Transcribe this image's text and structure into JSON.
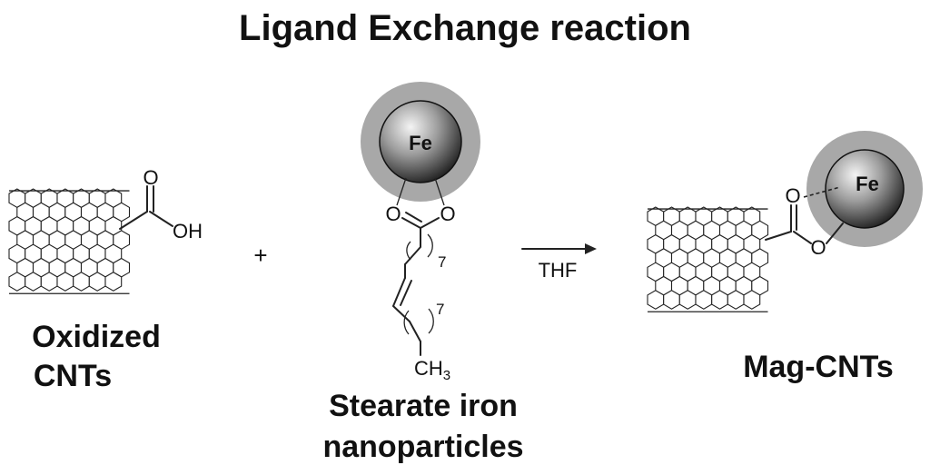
{
  "title": "Ligand Exchange reaction",
  "reactant1": {
    "label_line1": "Oxidized",
    "label_line2": "CNTs",
    "atom_o_top": "O",
    "group_oh": "OH"
  },
  "plus_sign": "+",
  "reactant2": {
    "label_line1": "Stearate iron",
    "label_line2": "nanoparticles",
    "particle_label": "Fe",
    "atom_o_left": "O",
    "atom_o_right": "O",
    "chain_count_upper": "7",
    "chain_count_lower": "7",
    "terminal_group": "CH",
    "terminal_subscript": "3"
  },
  "arrow": {
    "solvent_label": "THF"
  },
  "product": {
    "label": "Mag-CNTs",
    "particle_label": "Fe",
    "atom_o_top": "O",
    "atom_o_bottom": "O"
  },
  "colors": {
    "shell": "#a8a8a8",
    "sphere_light": "#f2f2f2",
    "sphere_dark": "#1a1a1a",
    "ink": "#111111"
  }
}
